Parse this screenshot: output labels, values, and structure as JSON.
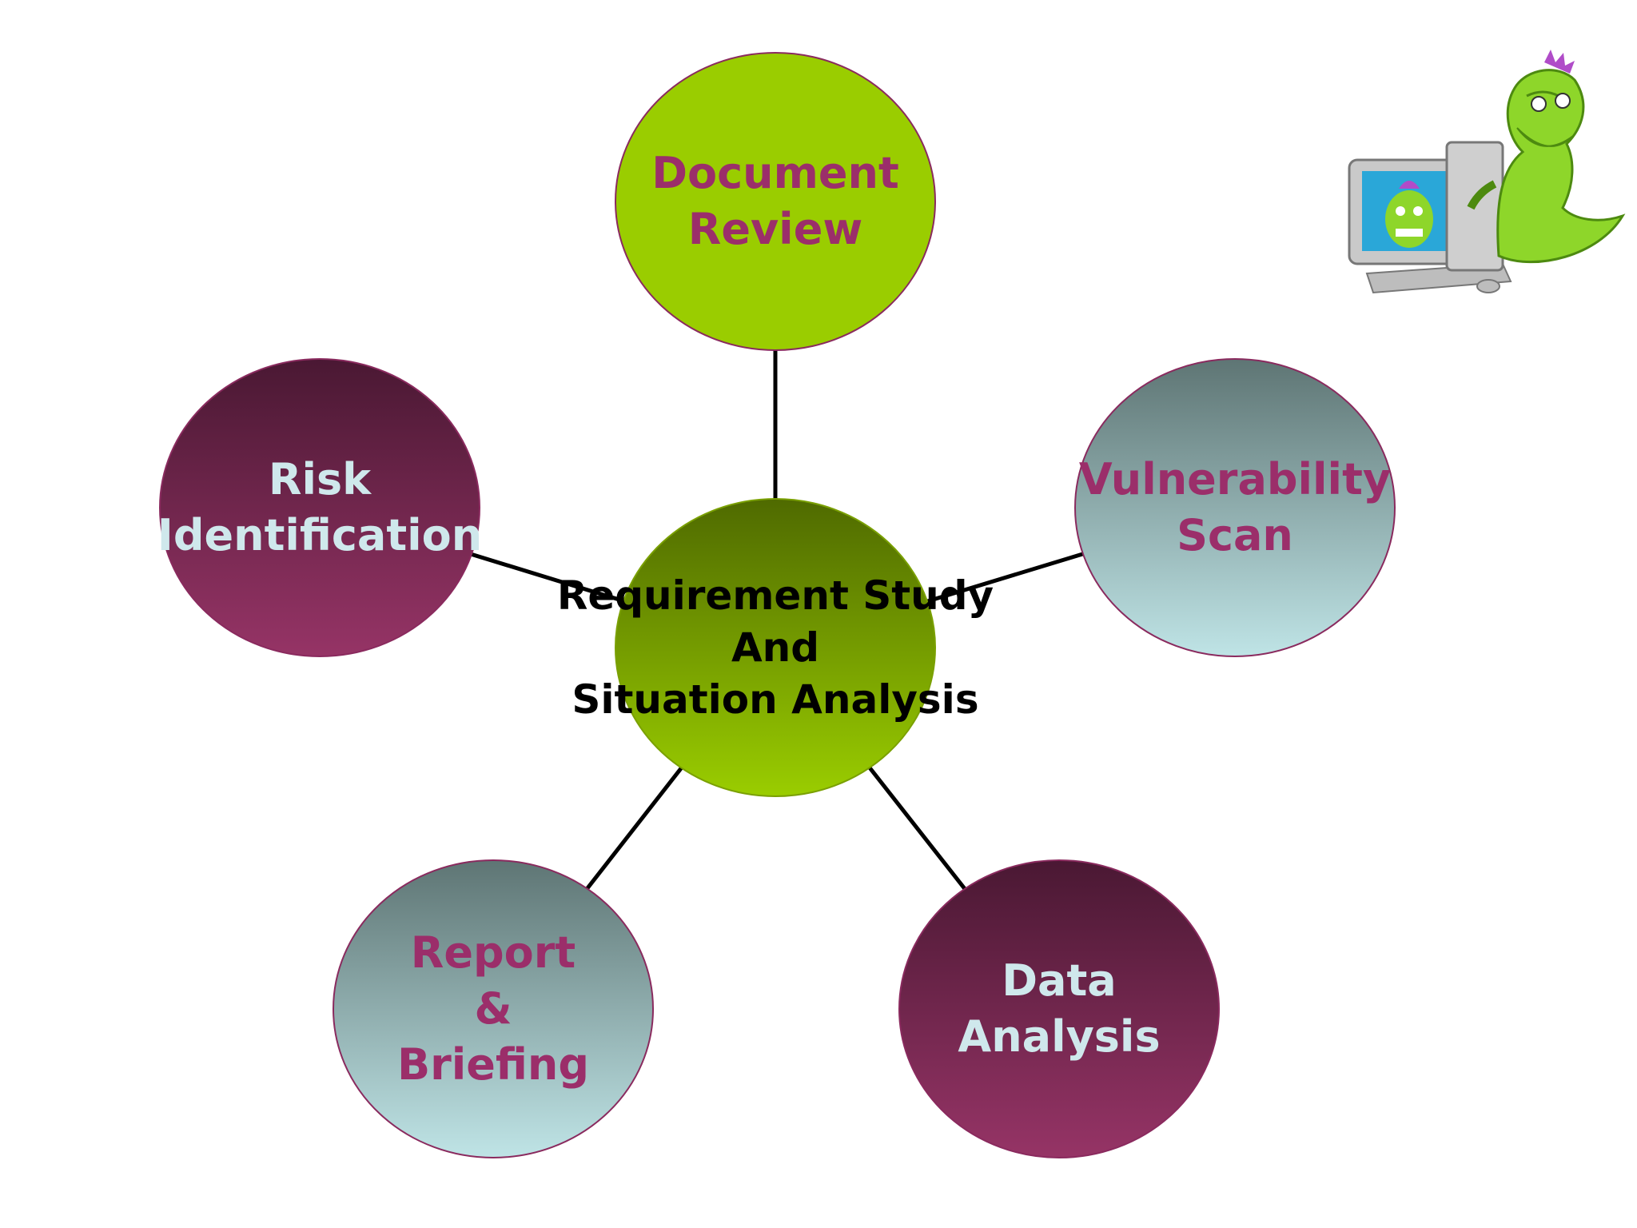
{
  "diagram": {
    "center": {
      "label": "Requirement Study\nAnd\nSituation Analysis",
      "text_color": "#000000",
      "fill_top": "#4f6a00",
      "fill_bottom": "#9acd00"
    },
    "nodes": [
      {
        "id": "document-review",
        "label": "Document\nReview",
        "text_color": "#9b2e6a",
        "fill_top": "#9acd00",
        "fill_bottom": "#9acd00",
        "stroke": "#8a2a5e"
      },
      {
        "id": "vulnerability-scan",
        "label": "Vulnerability\nScan",
        "text_color": "#9b2e6a",
        "fill_top": "#5e7574",
        "fill_bottom": "#bfe4e6",
        "stroke": "#8a2a5e"
      },
      {
        "id": "data-analysis",
        "label": "Data\nAnalysis",
        "text_color": "#cfe8ec",
        "fill_top": "#4a1833",
        "fill_bottom": "#963466",
        "stroke": "#8a2a5e"
      },
      {
        "id": "report-briefing",
        "label": "Report\n&\nBriefing",
        "text_color": "#9b2e6a",
        "fill_top": "#5e7574",
        "fill_bottom": "#bfe4e6",
        "stroke": "#8a2a5e"
      },
      {
        "id": "risk-identification",
        "label": "Risk\nIdentification",
        "text_color": "#cfe8ec",
        "fill_top": "#4a1833",
        "fill_bottom": "#963466",
        "stroke": "#8a2a5e"
      }
    ],
    "connector_color": "#000000"
  },
  "mascot": {
    "icon": "dinosaur-computer-mascot-icon",
    "body_color": "#8ed62a",
    "monitor_color": "#c9c9c9",
    "screen_color": "#2aa7d8"
  }
}
